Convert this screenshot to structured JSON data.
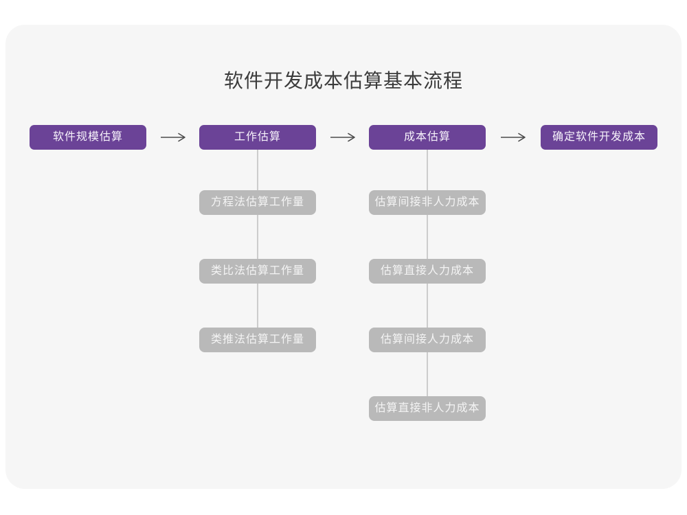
{
  "page": {
    "title": "软件开发成本估算基本流程"
  },
  "colors": {
    "stage_purple": "#6b4397",
    "substep_gray": "#b9b9b9",
    "card_background": "#f6f6f6",
    "connector_line": "#cccccc",
    "arrow": "#4a4a4a",
    "title_text": "#3b3b3b"
  },
  "flow": {
    "stages": [
      {
        "label": "软件规模估算"
      },
      {
        "label": "工作估算"
      },
      {
        "label": "成本估算"
      },
      {
        "label": "确定软件开发成本"
      }
    ],
    "substeps": {
      "work": [
        "方程法估算工作量",
        "类比法估算工作量",
        "类推法估算工作量"
      ],
      "cost": [
        "估算间接非人力成本",
        "估算直接人力成本",
        "估算间接人力成本",
        "估算直接非人力成本"
      ]
    }
  }
}
